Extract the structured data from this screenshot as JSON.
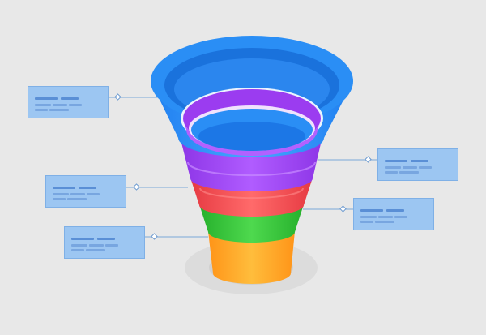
{
  "colors": {
    "background": "#e8e8e8",
    "tier_blue": "#2f8ff0",
    "tier_purple": "#a040f0",
    "tier_red": "#f04a50",
    "tier_green": "#36c43a",
    "tier_orange": "#ffa42a",
    "callout_fill": "#9cc6f2",
    "connector": "#7aa7d8"
  },
  "callouts": [
    {
      "side": "left",
      "tier": "blue"
    },
    {
      "side": "right",
      "tier": "purple"
    },
    {
      "side": "left",
      "tier": "red"
    },
    {
      "side": "right",
      "tier": "green"
    },
    {
      "side": "left",
      "tier": "orange"
    }
  ]
}
